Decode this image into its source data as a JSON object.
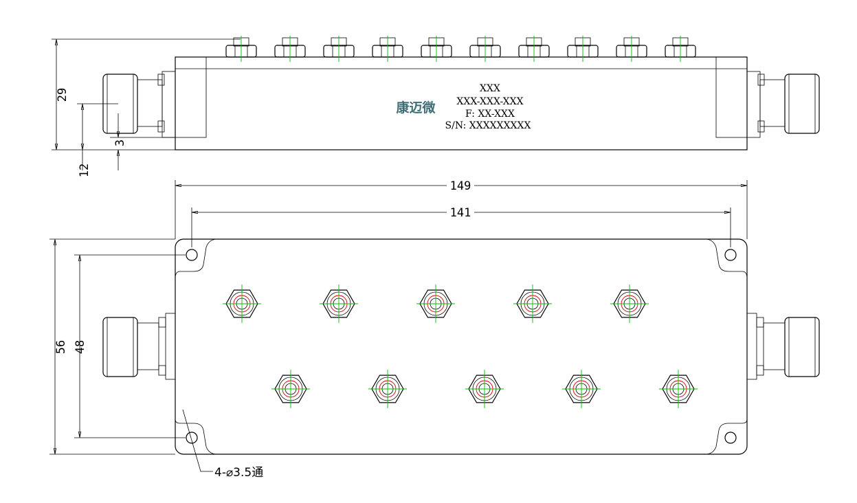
{
  "label": {
    "line1": "XXX",
    "line2": "XXX-XXX-XXX",
    "line3": "F: XX-XXX",
    "line4": "S/N: XXXXXXXXX",
    "logo": "康迈微"
  },
  "dimensions": {
    "side_height": "29",
    "side_connector_height": "12",
    "side_offset": "3",
    "total_length": "149",
    "hole_spacing_x": "141",
    "total_width": "56",
    "hole_spacing_y": "48"
  },
  "note": {
    "holes": "4-⌀3.5通"
  },
  "colors": {
    "outline": "#000000",
    "centerline": "#00c000",
    "thread": "#e00000",
    "logo": "#3f6f76"
  }
}
